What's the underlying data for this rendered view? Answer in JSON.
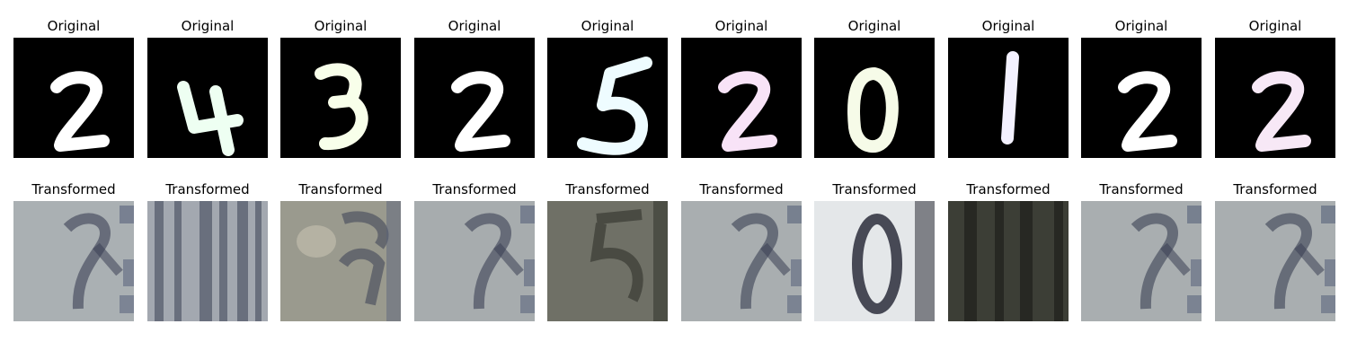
{
  "figure": {
    "original_label": "Original",
    "transformed_label": "Transformed",
    "columns": [
      {
        "original_digit": "2",
        "original_color": "#ffffff",
        "transformed_style": "svhn-2",
        "transformed_tint": "#aab0b3"
      },
      {
        "original_digit": "4",
        "original_color": "#eefff2",
        "transformed_style": "bars",
        "transformed_tint": "#a3a8b0"
      },
      {
        "original_digit": "3",
        "original_color": "#f8ffea",
        "transformed_style": "blob",
        "transformed_tint": "#9a9a8e"
      },
      {
        "original_digit": "2",
        "original_color": "#ffffff",
        "transformed_style": "svhn-2",
        "transformed_tint": "#a7acae"
      },
      {
        "original_digit": "5",
        "original_color": "#eefcff",
        "transformed_style": "svhn-5",
        "transformed_tint": "#6f7066"
      },
      {
        "original_digit": "2",
        "original_color": "#f8e3f7",
        "transformed_style": "svhn-2",
        "transformed_tint": "#a9aeb0"
      },
      {
        "original_digit": "0",
        "original_color": "#f6fbe8",
        "transformed_style": "zero",
        "transformed_tint": "#d6d9dc"
      },
      {
        "original_digit": "1",
        "original_color": "#f3f1ff",
        "transformed_style": "dark",
        "transformed_tint": "#3c3e36"
      },
      {
        "original_digit": "2",
        "original_color": "#ffffff",
        "transformed_style": "svhn-2",
        "transformed_tint": "#a9aeb0"
      },
      {
        "original_digit": "2",
        "original_color": "#f7e8f6",
        "transformed_style": "svhn-2",
        "transformed_tint": "#a9aeb0"
      }
    ]
  }
}
